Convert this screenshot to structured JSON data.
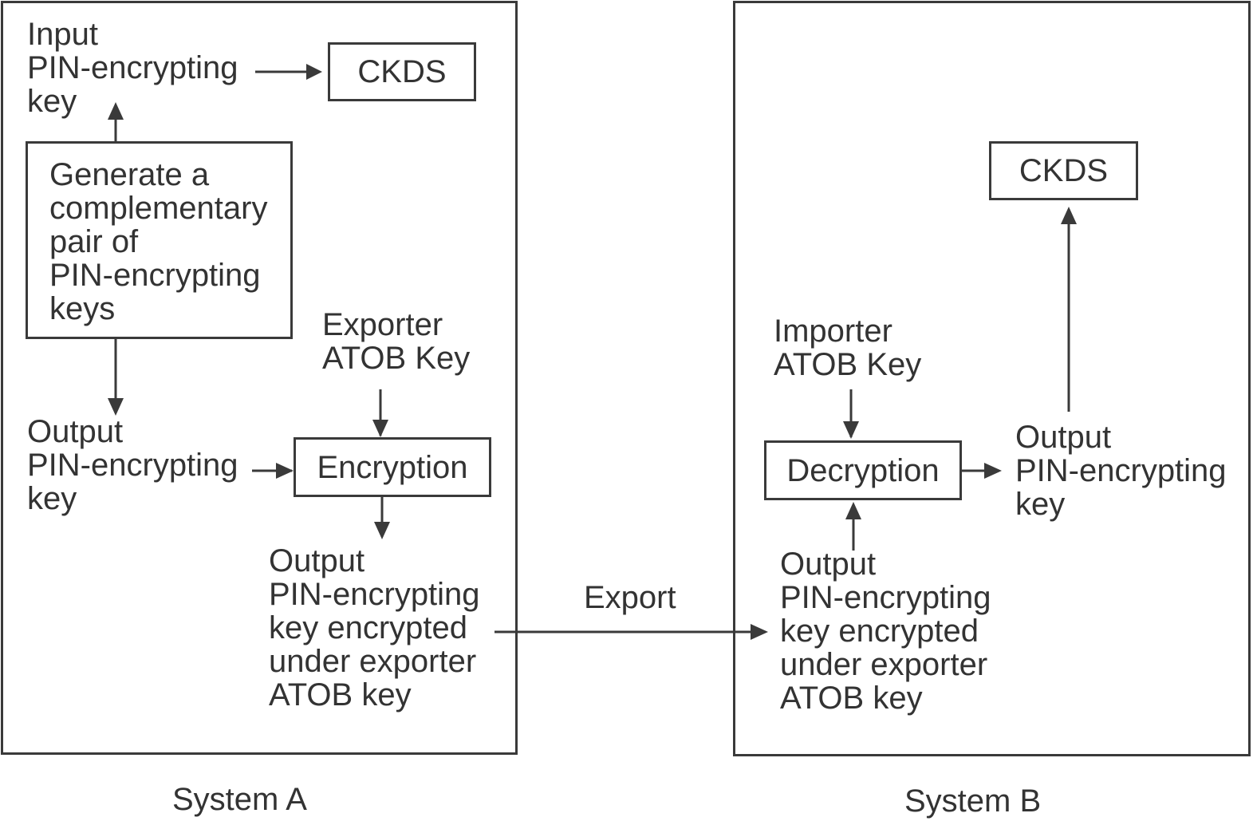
{
  "system_a": {
    "caption": "System A",
    "input_key": "Input\nPIN-encrypting\nkey",
    "ckds": "CKDS",
    "generate": "Generate a\ncomplementary\npair of\nPIN-encrypting\nkeys",
    "exporter_key": "Exporter\nATOB Key",
    "output_key": "Output\nPIN-encrypting\nkey",
    "encryption": "Encryption",
    "output_encrypted": "Output\nPIN-encrypting\nkey encrypted\nunder exporter\nATOB key"
  },
  "export_label": "Export",
  "system_b": {
    "caption": "System B",
    "ckds": "CKDS",
    "importer_key": "Importer\nATOB Key",
    "decryption": "Decryption",
    "output_key": "Output\nPIN-encrypting\nkey",
    "input_encrypted": "Output\nPIN-encrypting\nkey encrypted\nunder exporter\nATOB key"
  },
  "colors": {
    "line": "#3a3a3a",
    "text": "#333333"
  }
}
